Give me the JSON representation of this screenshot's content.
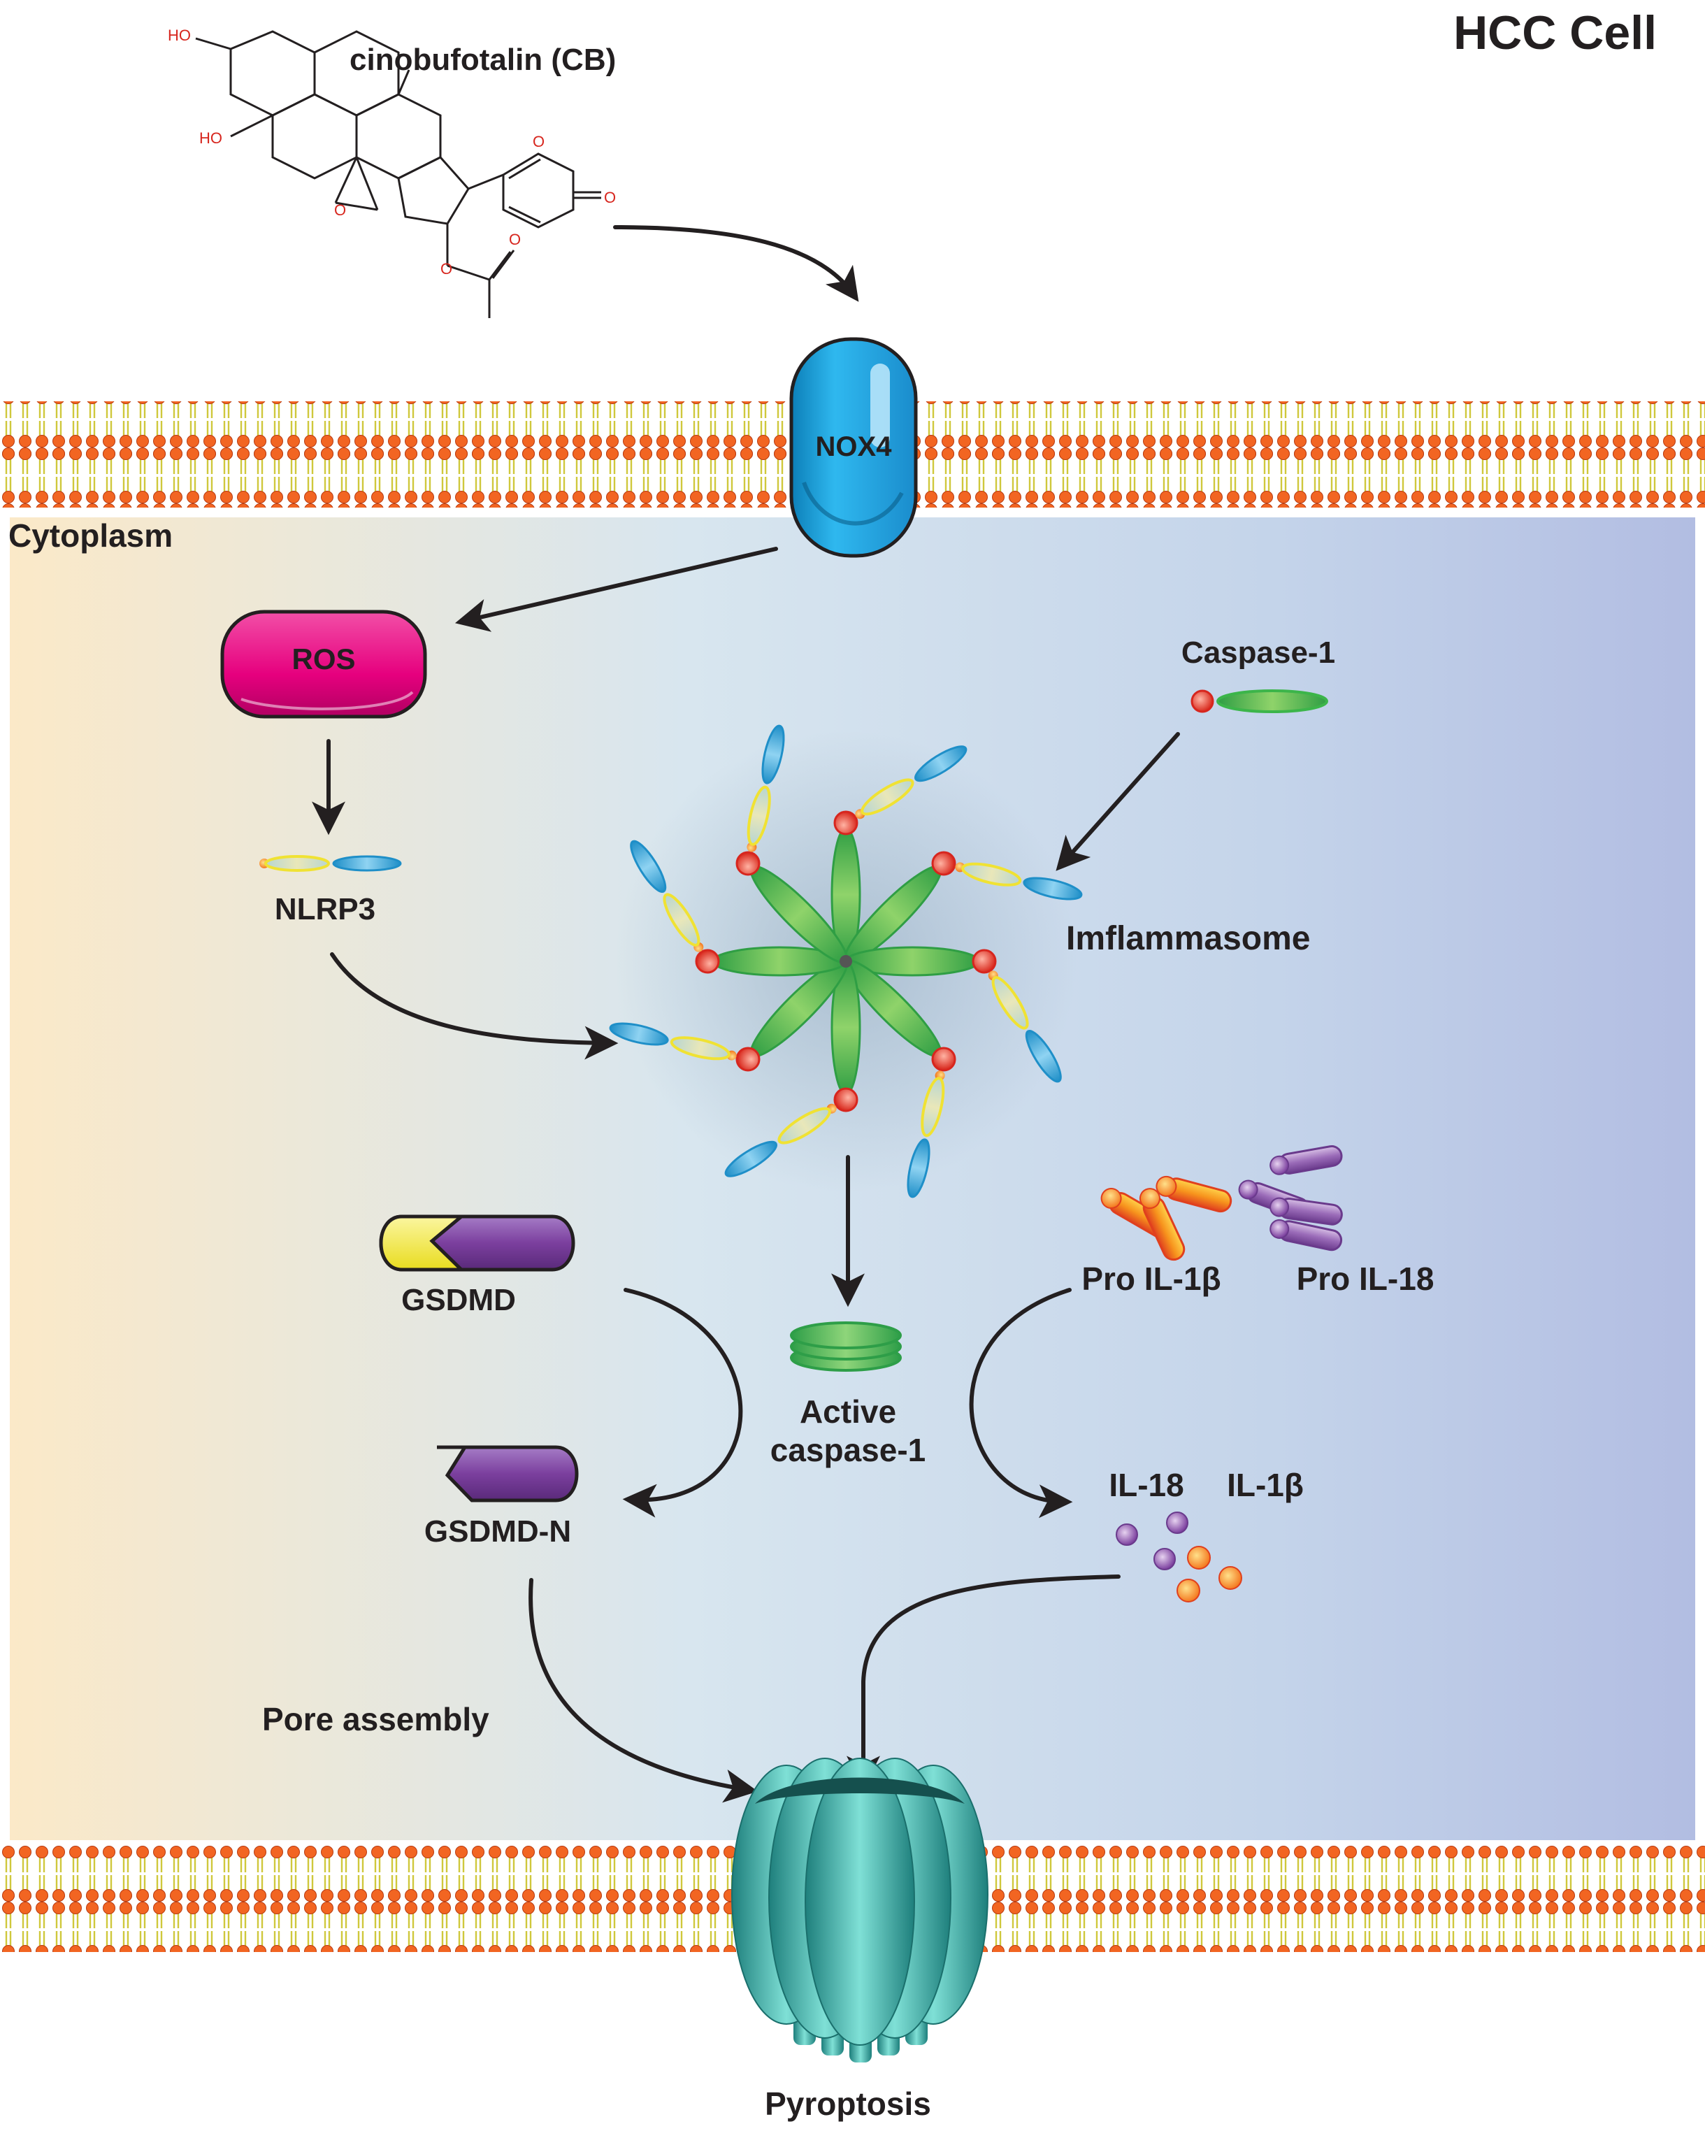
{
  "title": "HCC Cell",
  "drug": {
    "name": "cinobufotalin (CB)",
    "atoms": {
      "ho1": "HO",
      "ho2": "HO",
      "o_epoxide": "O",
      "o_ring": "O",
      "o_carbonyl": "O",
      "o_ester": "O",
      "o_acetyl": "O"
    }
  },
  "compartment_label": "Cytoplasm",
  "nodes": {
    "nox4": "NOX4",
    "ros": "ROS",
    "nlrp3": "NLRP3",
    "caspase1": "Caspase-1",
    "inflammasome": "Imflammasome",
    "gsdmd": "GSDMD",
    "active_caspase_line1": "Active",
    "active_caspase_line2": "caspase-1",
    "gsdmd_n": "GSDMD-N",
    "pro_il1b": "Pro IL-1β",
    "pro_il18": "Pro IL-18",
    "il18": "IL-18",
    "il1b": "IL-1β",
    "pore_assembly": "Pore assembly",
    "pyroptosis": "Pyroptosis"
  },
  "colors": {
    "nox4": "#1ea6df",
    "ros": "#e6007e",
    "caspase_green": "#3cb54a",
    "nlrp3_blue": "#2ba3d6",
    "nlrp3_yellow": "#f0e233",
    "gsdmd_yellow": "#f2ec3b",
    "gsdmd_purple": "#7b3f9e",
    "il1b_orange": "#f7941d",
    "il18_purple": "#8e5aa8",
    "pore_teal": "#3fb8b4",
    "lipid_head": "#f26522",
    "lipid_tail": "#d6d24a"
  }
}
